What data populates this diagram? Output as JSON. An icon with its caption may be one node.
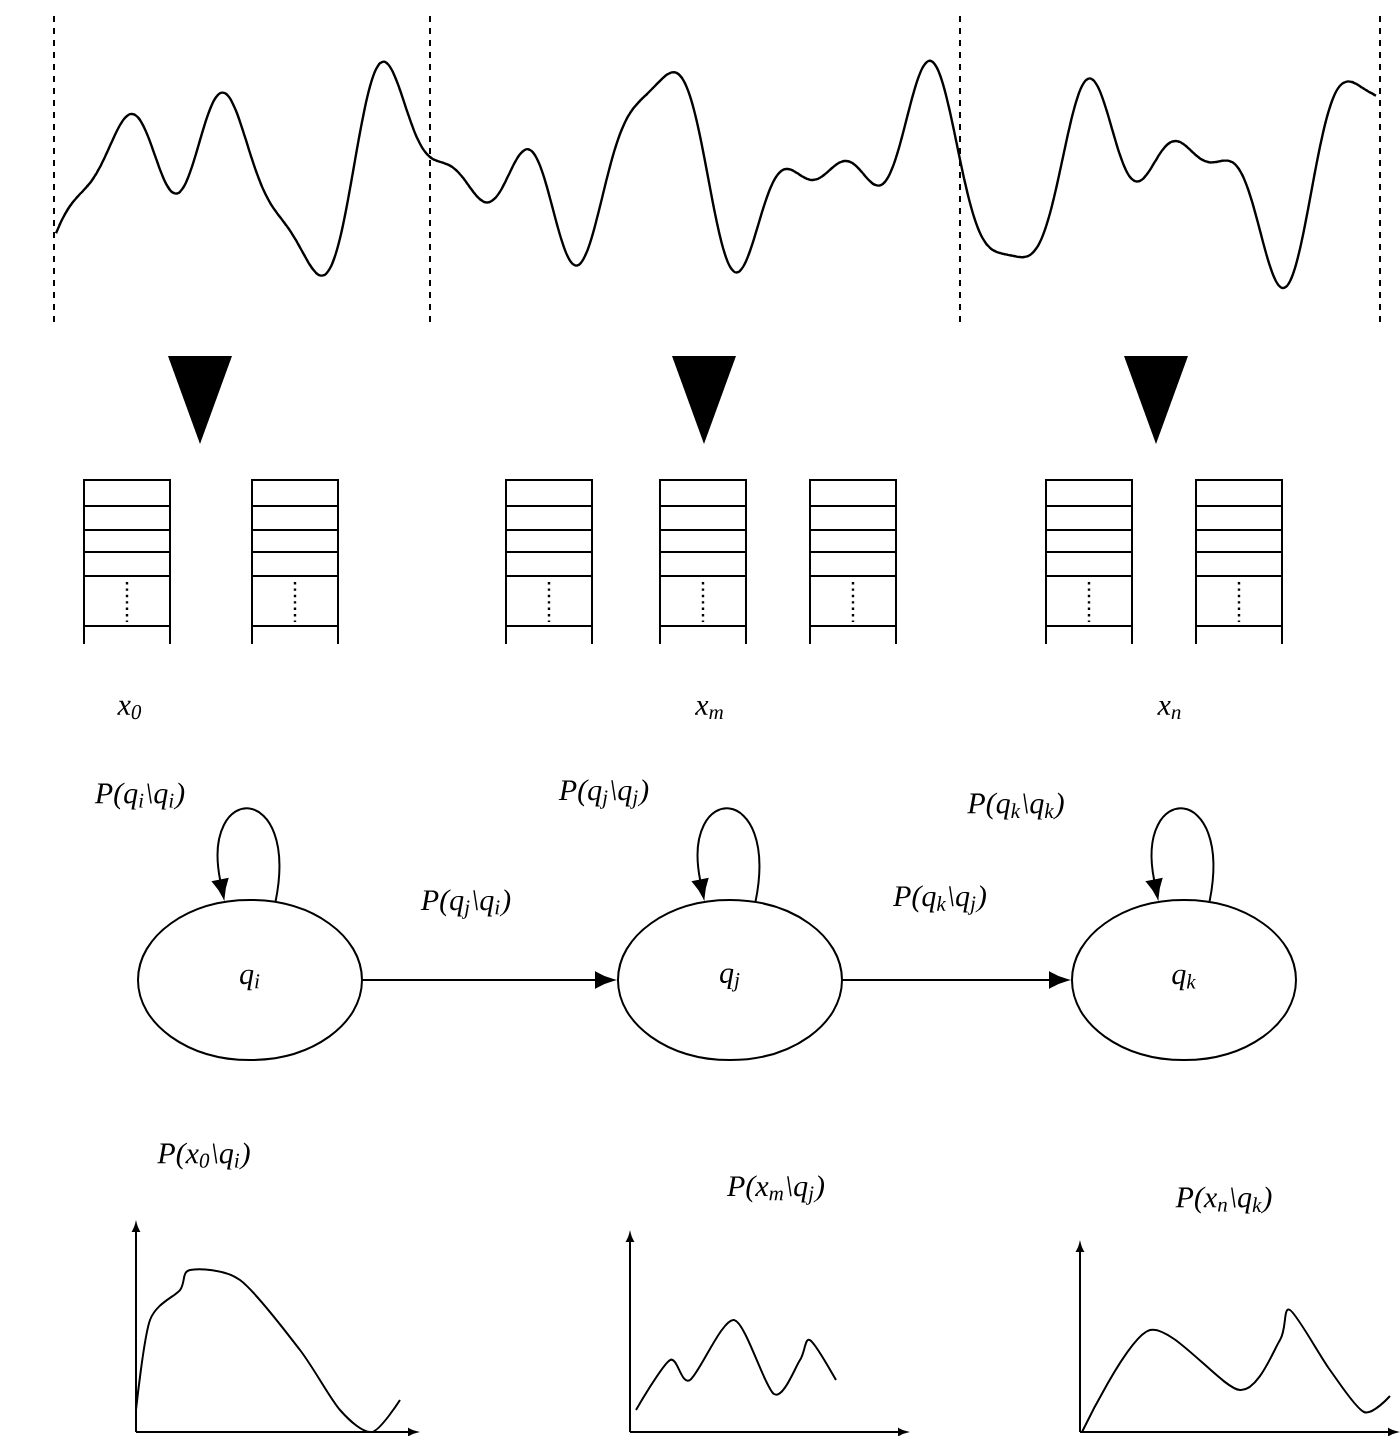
{
  "diagram": {
    "nodes": [
      {
        "text": [
          "q$_{i}$"
        ]
      },
      {
        "text": [
          "q$_{j}$"
        ]
      },
      {
        "text": [
          "q$_{k}$"
        ]
      }
    ],
    "edges": [
      {
        "from": 0,
        "to": 0,
        "arrow": "to",
        "label": "P(q$_{i}$\\q$_{i}$)"
      },
      {
        "from": 0,
        "to": 1,
        "arrow": "to",
        "label": "P(q$_{j}$\\q$_{i}$)"
      },
      {
        "from": 1,
        "to": 1,
        "arrow": "to",
        "label": "P(q$_{j}$\\q$_{j}$)"
      },
      {
        "from": 1,
        "to": 2,
        "arrow": "to",
        "label": "P(q$_{k}$\\q$_{j}$)"
      },
      {
        "from": 2,
        "to": 2,
        "arrow": "to",
        "label": "P(q$_{k}$\\q$_{k}$)"
      }
    ],
    "labels": [
      "x$_{0}$",
      "x$_{m}$",
      "x$_{n}$",
      "P(x$_{0}$\\q$_{i}$)",
      "P(x$_{m}$\\q$_{j}$)",
      "P(x$_{n}$\\q$_{k}$)"
    ]
  }
}
